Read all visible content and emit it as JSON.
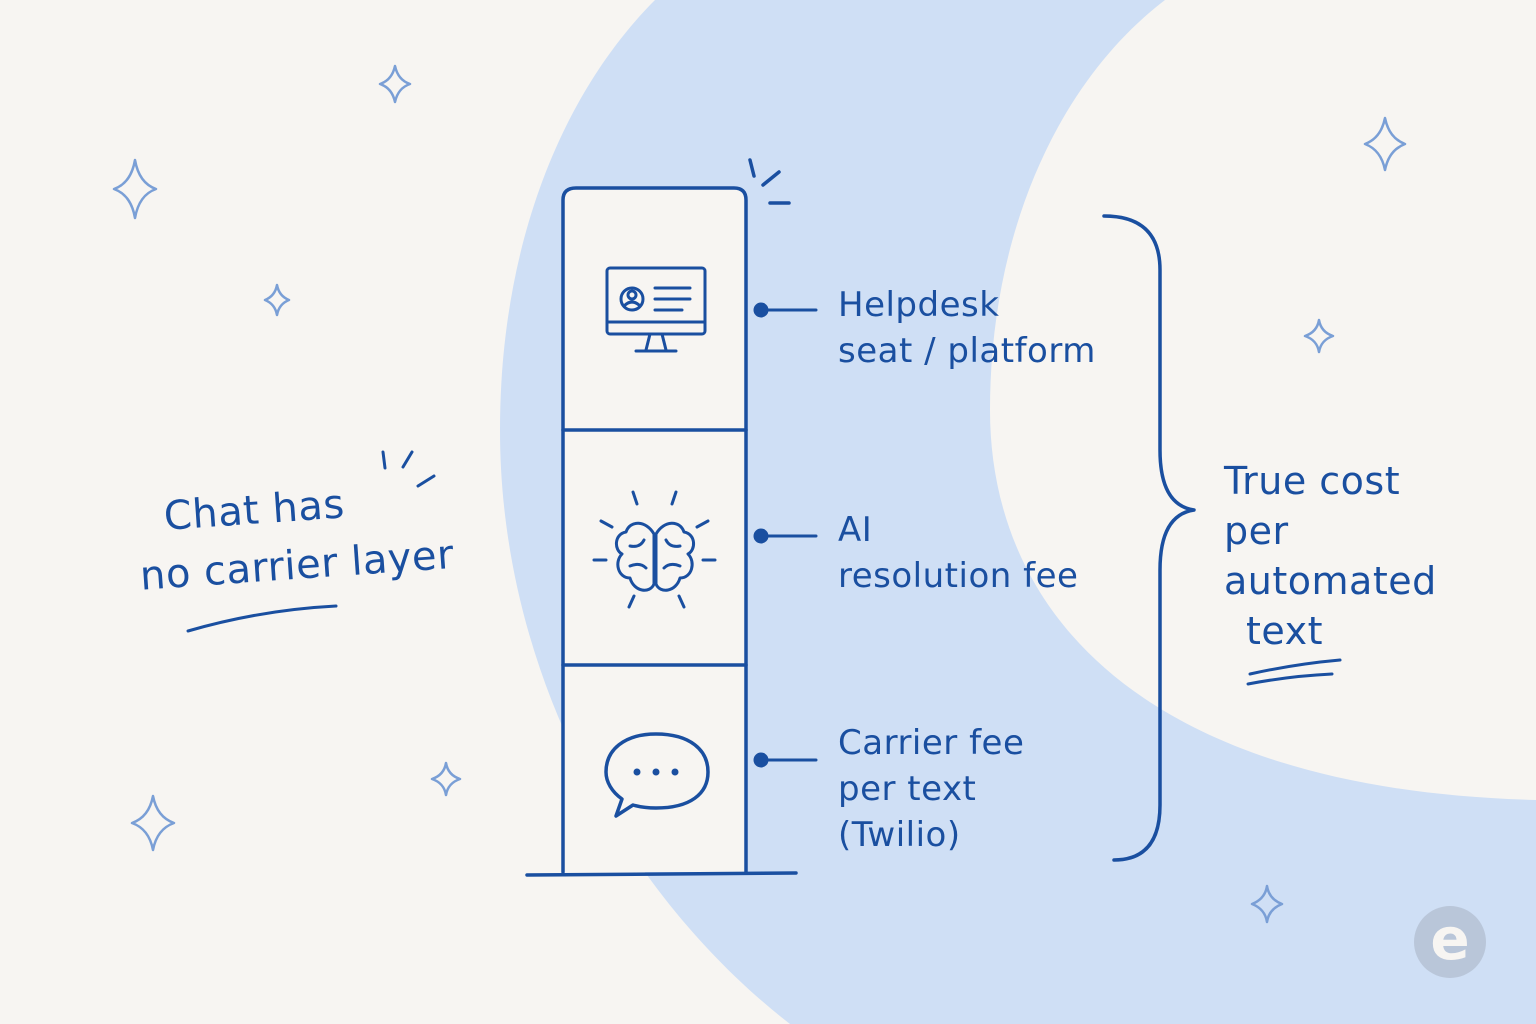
{
  "diagram": {
    "layers": [
      {
        "id": "helpdesk",
        "icon": "monitor-icon",
        "lines": [
          "Helpdesk",
          "seat / platform"
        ]
      },
      {
        "id": "ai",
        "icon": "brain-icon",
        "lines": [
          "AI",
          "resolution fee"
        ]
      },
      {
        "id": "carrier",
        "icon": "chat-bubble-icon",
        "lines": [
          "Carrier fee",
          "per text",
          "(Twilio)"
        ]
      }
    ],
    "left_note": {
      "lines": [
        "Chat has",
        "no carrier layer"
      ]
    },
    "total_label": {
      "lines": [
        "True cost",
        "per",
        "automated",
        "text"
      ]
    },
    "logo": "e",
    "colors": {
      "ink": "#1a4fa0",
      "accent_light": "#cfdff5",
      "background": "#f7f5f2",
      "sparkle": "#7a9fd6",
      "logo": "#b9c6d9"
    }
  }
}
